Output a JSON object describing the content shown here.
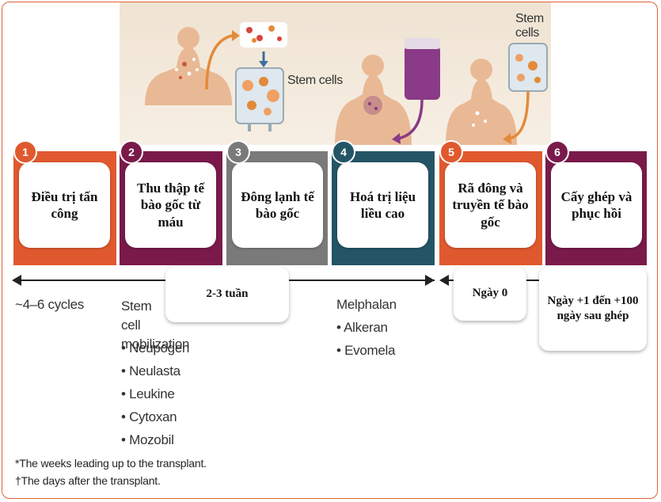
{
  "stages": [
    {
      "num": "1",
      "label": "Điều trị tấn công",
      "color": "#e0592e"
    },
    {
      "num": "2",
      "label": "Thu thập tế bào gốc từ máu",
      "color": "#7a1a4a"
    },
    {
      "num": "3",
      "label": "Đông lạnh tế bào gốc",
      "color": "#7a7a7a"
    },
    {
      "num": "4",
      "label": "Hoá trị liệu liều cao",
      "color": "#245566"
    },
    {
      "num": "5",
      "label": "Rã đông và truyền tế bào gốc",
      "color": "#e0592e"
    },
    {
      "num": "6",
      "label": "Cấy ghép và phục hồi",
      "color": "#7a1a4a"
    }
  ],
  "bubbles": {
    "weeks": "2-3 tuần",
    "day0": "Ngày 0",
    "days_after": "Ngày +1 đến +100 ngày sau ghép"
  },
  "below": {
    "cycles": "~4–6 cycles",
    "mobilization_title": "Stem cell mobilization",
    "mobilization_items": [
      "Neupogen",
      "Neulasta",
      "Leukine",
      "Cytoxan",
      "Mozobil"
    ],
    "chemo_title": "Melphalan",
    "chemo_items": [
      "Alkeran",
      "Evomela"
    ]
  },
  "illustration_labels": {
    "stem_cells_1": "Stem cells",
    "stem_cells_2": "Stem cells"
  },
  "footnotes": {
    "weeks_note": "*The weeks leading up to the transplant.",
    "days_note": "†The days after the transplant."
  }
}
